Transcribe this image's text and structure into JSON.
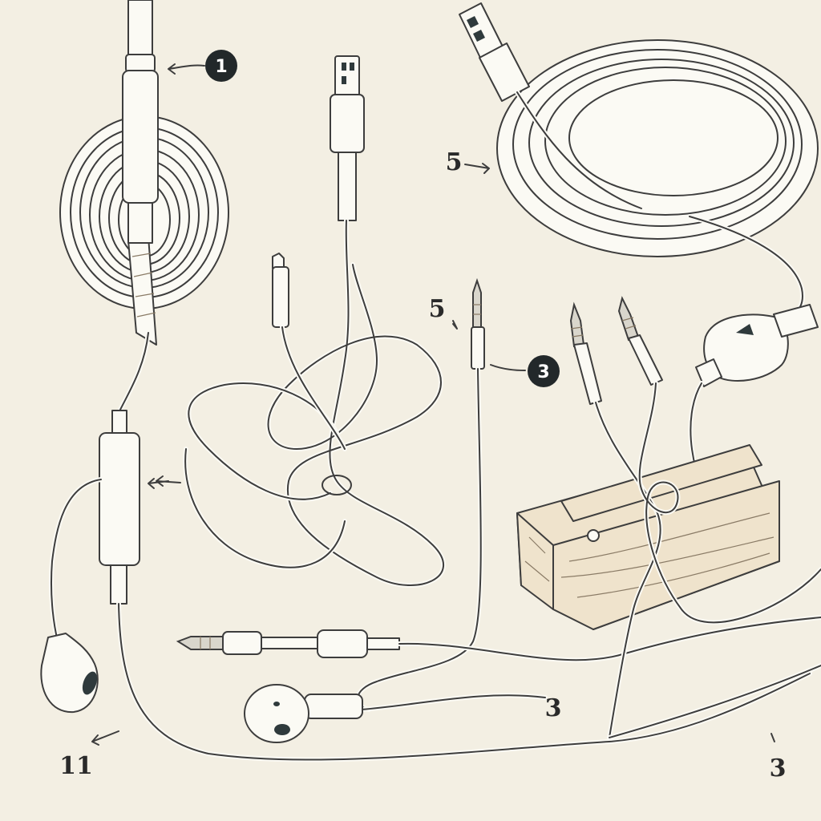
{
  "annotations": {
    "badge_top_left": "1",
    "badge_middle": "3",
    "label_top_right": "5",
    "label_middle": "5",
    "label_bottom_middle": "3",
    "label_bottom_right": "3",
    "label_bottom_left": "11"
  },
  "colors": {
    "background": "#f3efe3",
    "ink": "#3d3d3d",
    "cable": "#fbfaf4",
    "badge": "#22282a",
    "wood": "#efe3cc"
  }
}
